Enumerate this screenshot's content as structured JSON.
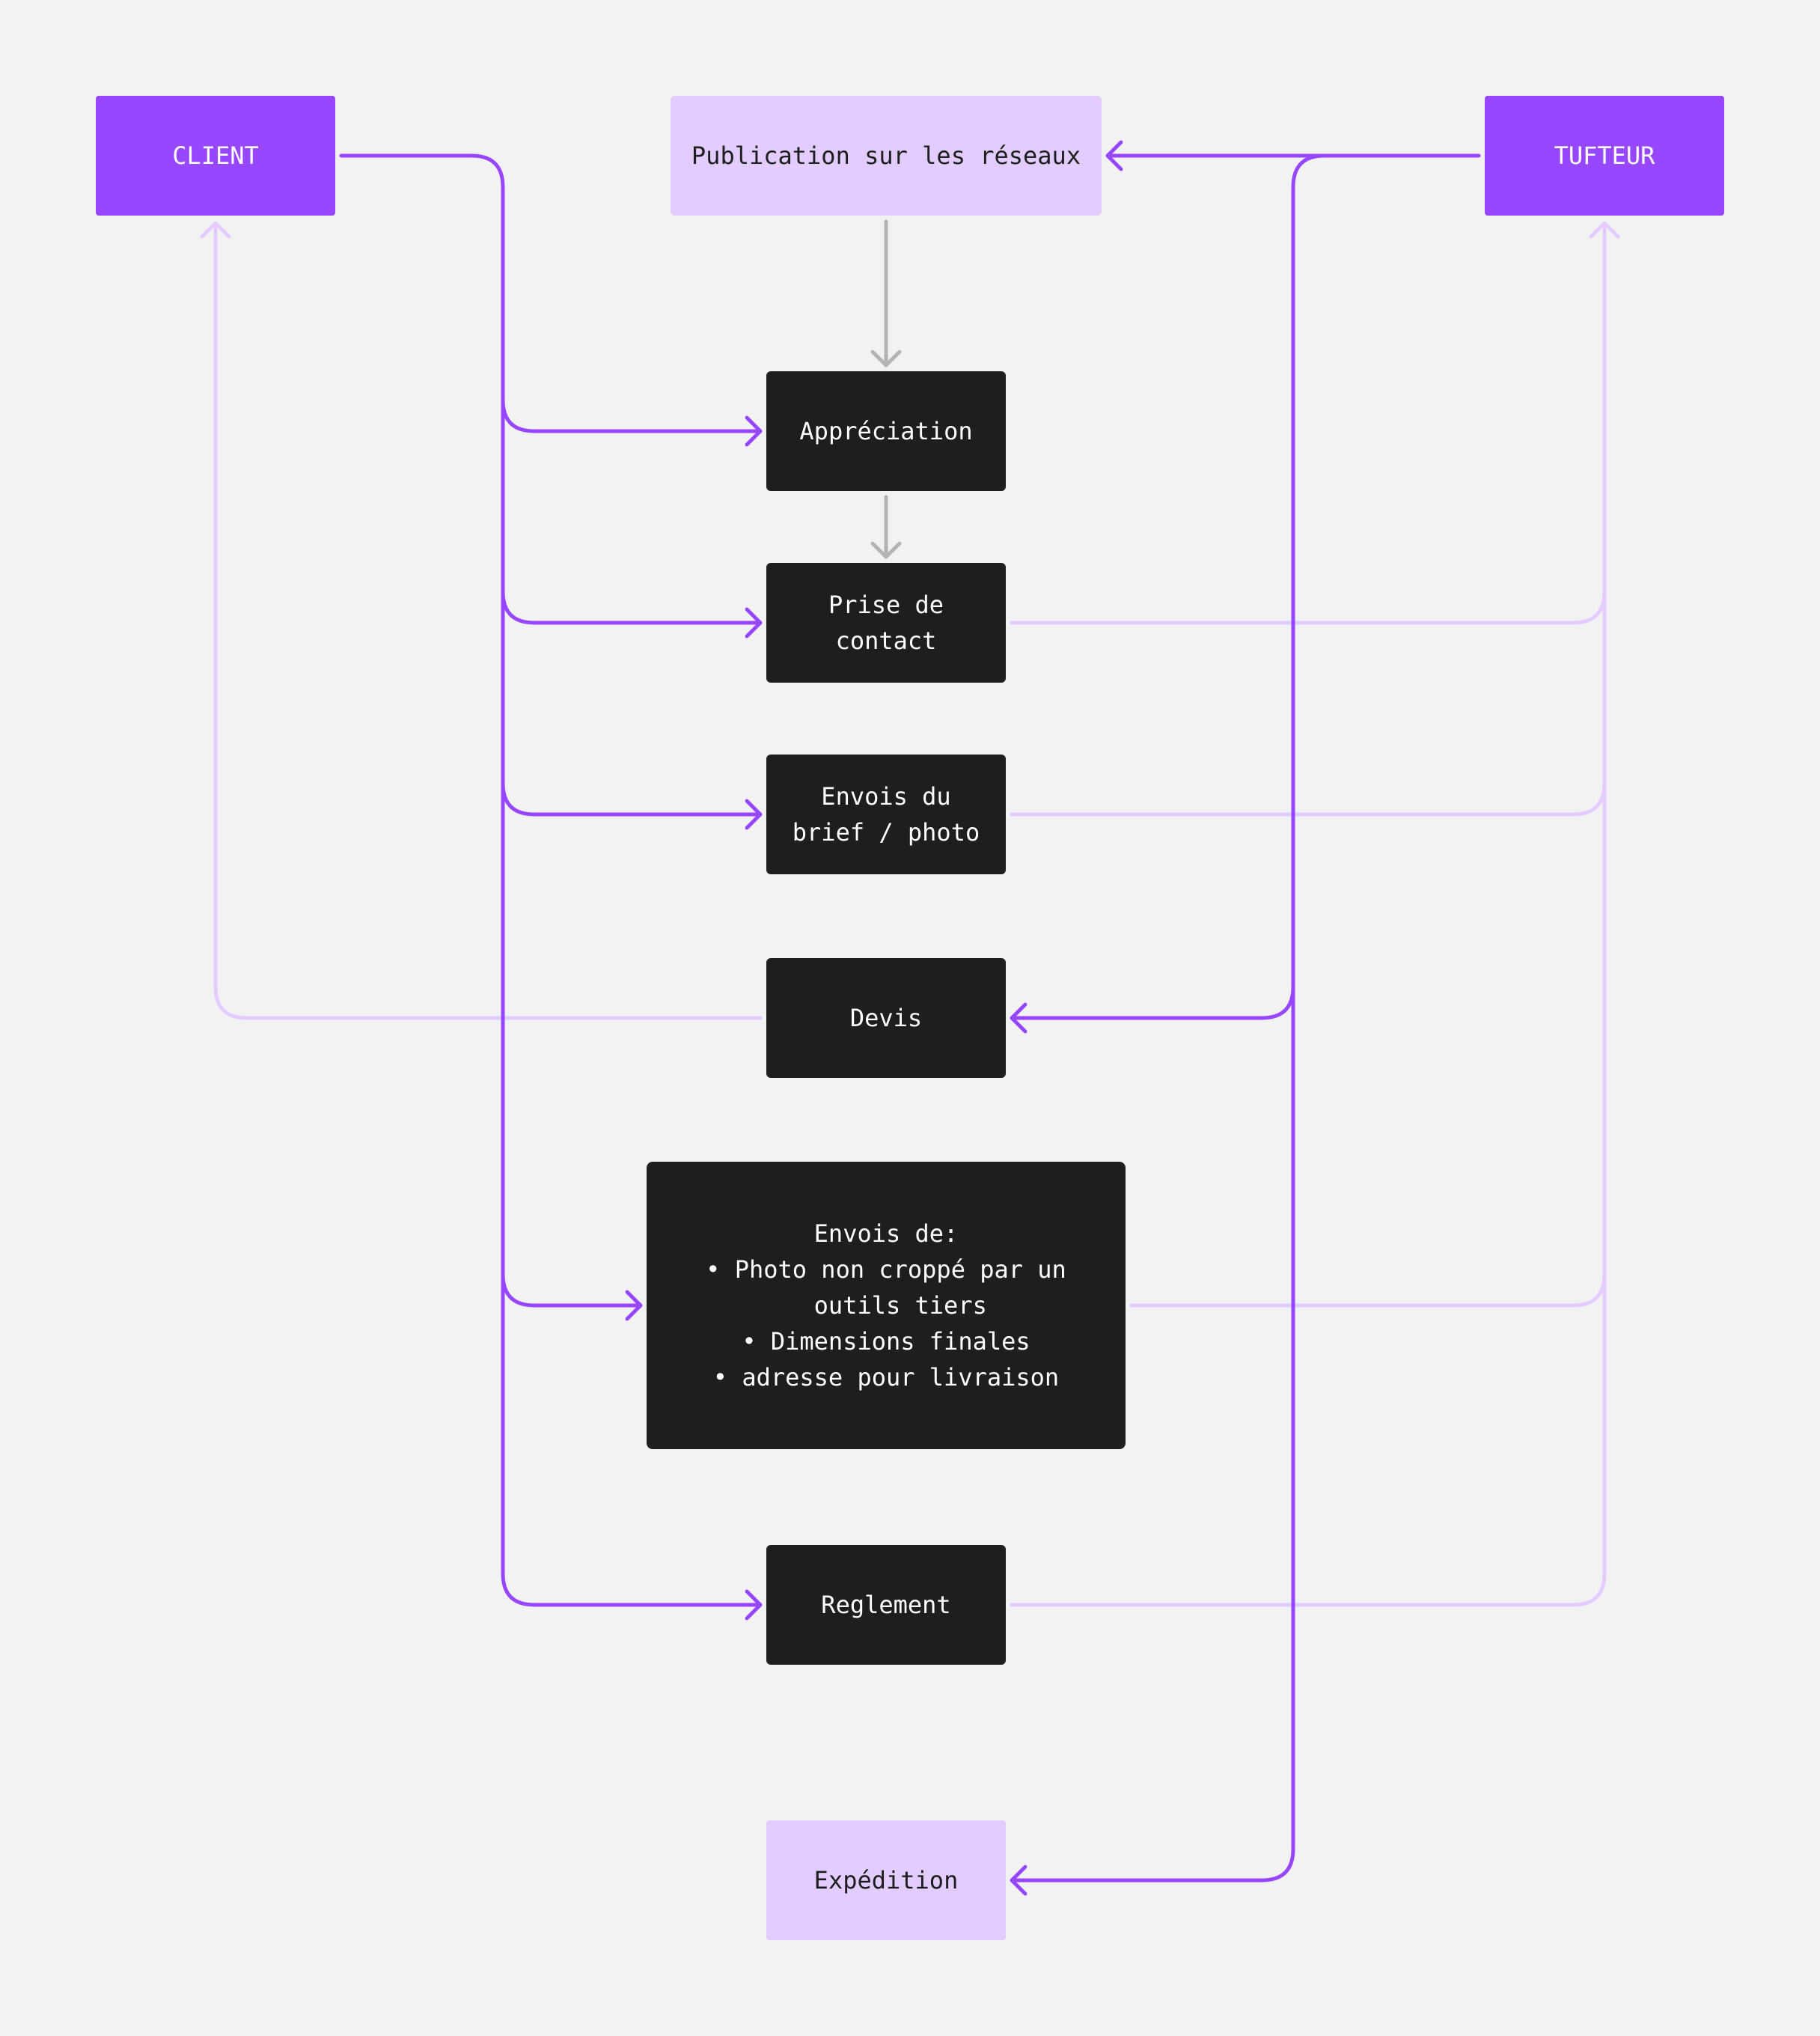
{
  "colors": {
    "background": "#f2f2f2",
    "actor": "#9747ff",
    "accent_line": "#9747ff",
    "light_fill": "#e3ccff",
    "light_line": "#e3ccff",
    "dark_fill": "#1e1e1e",
    "neutral_line": "#b3b3b3"
  },
  "nodes": {
    "client": "CLIENT",
    "tufteur": "TUFTEUR",
    "publication": "Publication sur les réseaux",
    "appreciation": "Appréciation",
    "prise_contact": [
      "Prise de",
      "contact"
    ],
    "envois_brief": [
      "Envois du",
      "brief / photo"
    ],
    "devis": "Devis",
    "envois_de": [
      "Envois de:",
      "• Photo non croppé par un",
      "  outils tiers",
      "• Dimensions finales",
      "• adresse pour livraison"
    ],
    "reglement": "Reglement",
    "expedition": "Expédition"
  }
}
